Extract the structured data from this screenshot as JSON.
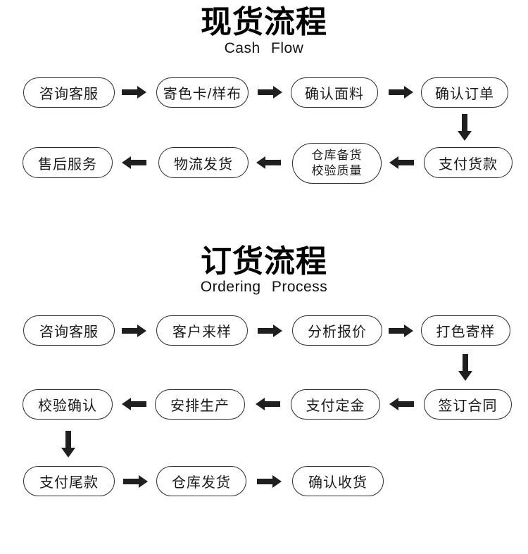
{
  "page": {
    "background": "#ffffff",
    "ink": "#1f1f1f",
    "border_color": "#2b2b2b"
  },
  "spot_flow": {
    "title": "现货流程",
    "subtitle": "Cash Flow",
    "steps_row1": [
      "咨询客服",
      "寄色卡/样布",
      "确认面料",
      "确认订单"
    ],
    "steps_row2": [
      "售后服务",
      "物流发货",
      [
        "仓库备货",
        "校验质量"
      ],
      "支付货款"
    ]
  },
  "order_flow": {
    "title": "订货流程",
    "subtitle": "Ordering Process",
    "steps_row1": [
      "咨询客服",
      "客户来样",
      "分析报价",
      "打色寄样"
    ],
    "steps_row2": [
      "校验确认",
      "安排生产",
      "支付定金",
      "签订合同"
    ],
    "steps_row3": [
      "支付尾款",
      "仓库发货",
      "确认收货"
    ]
  }
}
